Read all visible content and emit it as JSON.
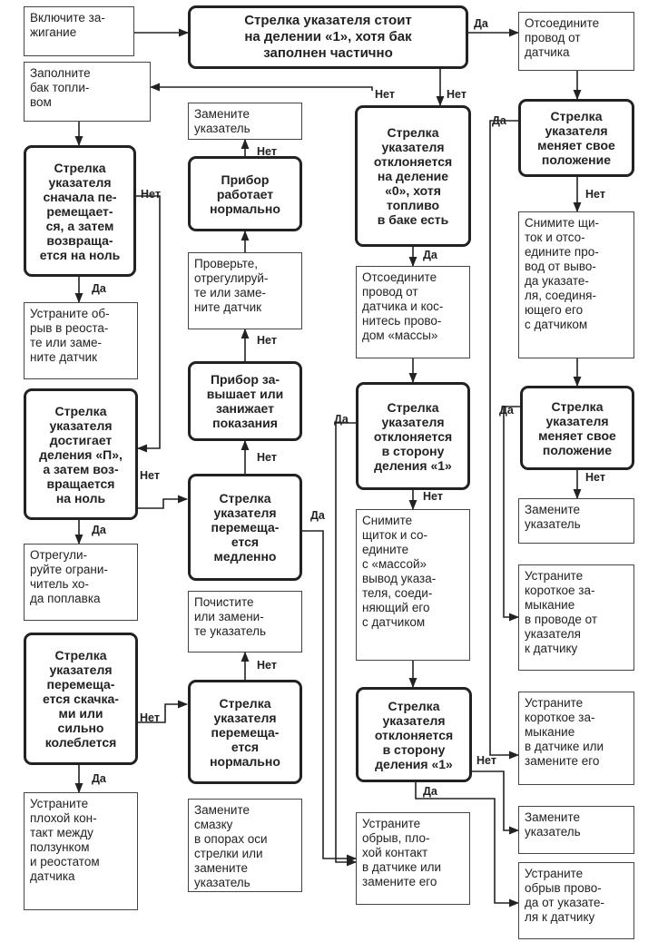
{
  "boxes": {
    "b1": "Включите за-\nжигание",
    "d1": "Стрелка указателя стоит\nна делении «1», хотя бак\nзаполнен частично",
    "b2": "Отсоедините\nпровод от\nдатчика",
    "b3": "Заполните\nбак топли-\nвом",
    "b4": "Замените\nуказатель",
    "d2": "Стрелка\nуказателя\nотклоняется\nна деление\n«0», хотя\nтопливо\nв баке есть",
    "d3": "Стрелка\nуказателя\nменяет свое\nположение",
    "d4": "Стрелка\nуказателя\nсначала пе-\nремещает-\nся, а затем\nвозвраща-\nется на ноль",
    "d5": "Прибор\nработает\nнормально",
    "b5": "Проверьте,\nотрегулируй-\nте или заме-\nните датчик",
    "b6": "Отсоедините\nпровод от\nдатчика и кос-\nнитесь прово-\nдом «массы»",
    "b7": "Снимите щи-\nток и отсо-\nедините про-\nвод от выво-\nда указате-\nля, соединя-\nющего его\nс датчиком",
    "b8": "Устраните об-\nрыв в реоста-\nте или заме-\nните датчик",
    "d6": "Прибор за-\nвышает или\nзанижает\nпоказания",
    "d7": "Стрелка\nуказателя\nдостигает\nделения «П»,\nа затем воз-\nвращается\nна ноль",
    "d8": "Стрелка\nуказателя\nотклоняется\nв сторону\nделения «1»",
    "d9": "Стрелка\nуказателя\nменяет свое\nположение",
    "d10": "Стрелка\nуказателя\nперемеща-\nется\nмедленно",
    "b9": "Замените\nуказатель",
    "b10": "Снимите\nщиток и со-\nедините\nс «массой»\nвывод указа-\nтеля, соеди-\nняющий его\nс датчиком",
    "b11": "Отрегули-\nруйте ограни-\nчитель хо-\nда поплавка",
    "b12": "Устраните\nкороткое за-\nмыкание\nв проводе от\nуказателя\nк датчику",
    "b13": "Почистите\nили замени-\nте указатель",
    "d11": "Стрелка\nуказателя\nперемеща-\nется скачка-\nми или\nсильно\nколеблется",
    "d12": "Стрелка\nуказателя\nперемеща-\nется\nнормально",
    "d13": "Стрелка\nуказателя\nотклоняется\nв сторону\nделения «1»",
    "b14": "Устраните\nкороткое за-\nмыкание\nв датчике или\nзамените его",
    "b15": "Замените\nуказатель",
    "b16": "Устраните\nплохой кон-\nтакт между\nползунком\nи реостатом\nдатчика",
    "b17": "Замените\nсмазку\nв опорах оси\nстрелки или\nзамените\nуказатель",
    "b18": "Устраните\nобрыв, пло-\nхой контакт\nв датчике или\nзамените его",
    "b19": "Устраните\nобрыв прово-\nда от указате-\nля к датчику"
  },
  "labels": {
    "yes": "Да",
    "no": "Нет"
  }
}
